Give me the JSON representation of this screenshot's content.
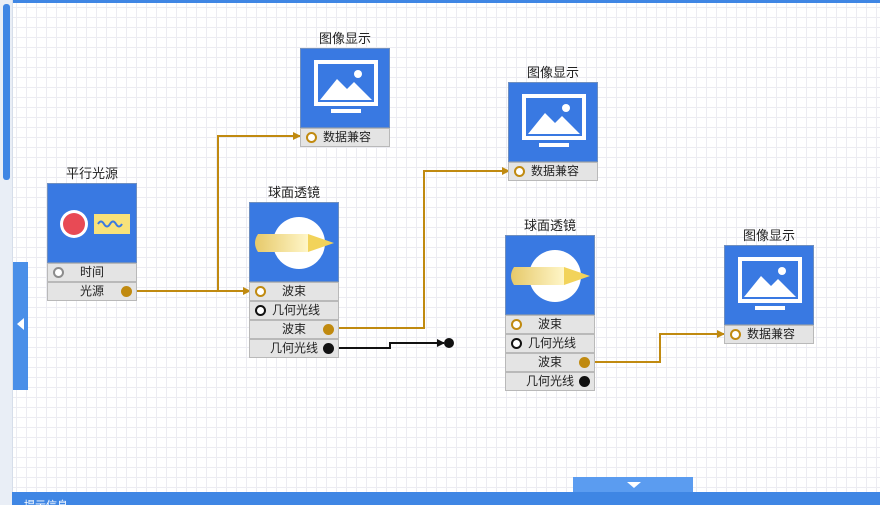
{
  "nodes": {
    "parallel_light": {
      "title": "平行光源",
      "ports": [
        "时间",
        "光源"
      ]
    },
    "lens1": {
      "title": "球面透镜",
      "ports": [
        "波束",
        "几何光线",
        "波束",
        "几何光线"
      ]
    },
    "lens2": {
      "title": "球面透镜",
      "ports": [
        "波束",
        "几何光线",
        "波束",
        "几何光线"
      ]
    },
    "display1": {
      "title": "图像显示",
      "port": "数据兼容"
    },
    "display2": {
      "title": "图像显示",
      "port": "数据兼容"
    },
    "display3": {
      "title": "图像显示",
      "port": "数据兼容"
    }
  },
  "status_bar": {
    "label": "提示信息"
  },
  "colors": {
    "accent": "#3f86e4",
    "link_gold": "#c08a10",
    "link_black": "#111111",
    "icon_bg": "#3979e2"
  },
  "icons": [
    "light-source-icon",
    "lens-icon",
    "monitor-image-icon"
  ]
}
